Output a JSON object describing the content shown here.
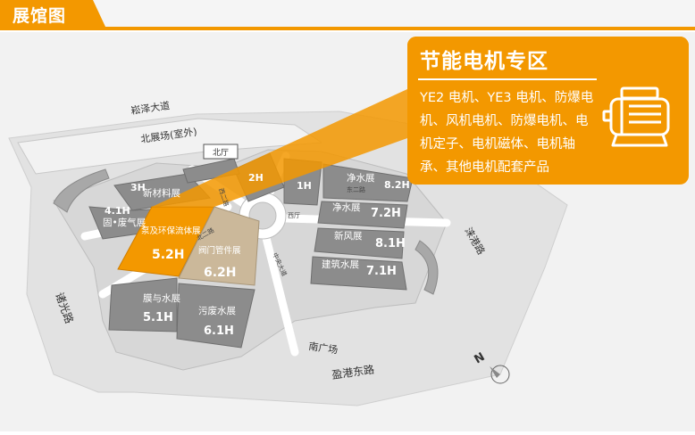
{
  "header": {
    "title": "展馆图"
  },
  "map": {
    "roads": {
      "north_avenue": "崧泽大道",
      "north_plaza": "北展场(室外)",
      "north_hall": "北厅",
      "south_plaza": "南广场",
      "south_road": "盈港东路",
      "west_road": "诸光路",
      "east_road": "涞港路",
      "inner_west": "西二路",
      "inner_east": "东二路",
      "inner_south": "西厅",
      "diagonal_avenue": "中央大道",
      "small_lane": "北二路"
    },
    "compass": "N",
    "halls": [
      {
        "id": "3H",
        "name": "新材料展"
      },
      {
        "id": "4.1H",
        "name": "固•废气展"
      },
      {
        "id": "5.2H",
        "name": "泵及环保流体展"
      },
      {
        "id": "6.2H",
        "name": "阀门管件展"
      },
      {
        "id": "5.1H",
        "name": "膜与水展"
      },
      {
        "id": "6.1H",
        "name": "污废水展"
      },
      {
        "id": "2H",
        "name": ""
      },
      {
        "id": "1H",
        "name": ""
      },
      {
        "id": "8.2H",
        "name": "净水展"
      },
      {
        "id": "7.2H",
        "name": "净水展"
      },
      {
        "id": "8.1H",
        "name": "新风展"
      },
      {
        "id": "7.1H",
        "name": "建筑水展"
      }
    ]
  },
  "callout": {
    "title": "节能电机专区",
    "body": "YE2 电机、YE3 电机、防爆电机、风机电机、防爆电机、电机定子、电机磁体、电机轴承、其他电机配套产品",
    "icon": "motor-icon"
  },
  "colors": {
    "accent": "#f39800",
    "hall_gray": "#8c8c8c",
    "highlight_tan": "#cbb89a",
    "road": "#ffffff"
  }
}
